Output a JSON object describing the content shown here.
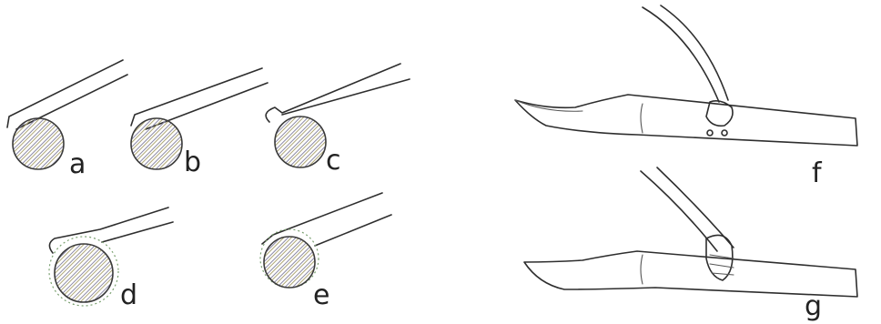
{
  "labels": {
    "a": "a",
    "b": "b",
    "c": "c",
    "d": "d",
    "e": "e",
    "f": "f",
    "g": "g"
  },
  "colors": {
    "ink": "#2e2e2e",
    "hatch_a": "#8a8aa0",
    "hatch_b": "#a0a07a",
    "dot_green": "#7aa070"
  }
}
